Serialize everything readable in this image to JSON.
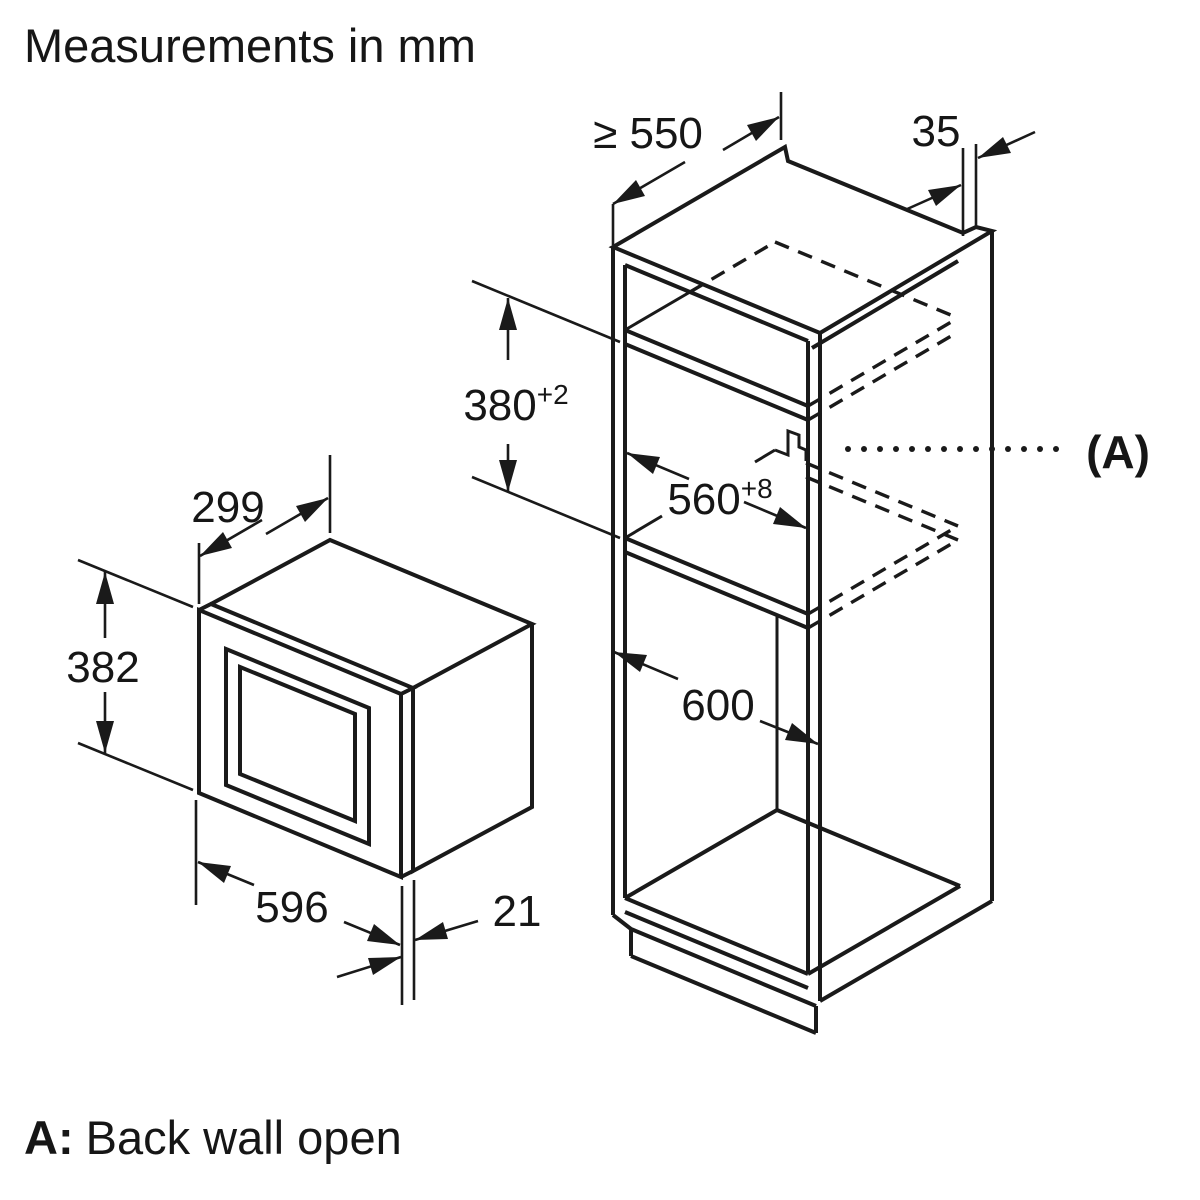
{
  "title": "Measurements in mm",
  "footer": {
    "key": "A:",
    "text": "Back wall open"
  },
  "callout": {
    "label": "(A)"
  },
  "units": "mm",
  "colors": {
    "line": "#1a1a1a",
    "background": "#ffffff",
    "text": "#161616"
  },
  "cabinet": {
    "depth_min": "≥ 550",
    "rear_gap": "35",
    "niche_height": "380",
    "niche_height_tolerance": "+2",
    "niche_width": "560",
    "niche_width_tolerance": "+8",
    "cabinet_width": "600"
  },
  "appliance": {
    "depth": "299",
    "height": "382",
    "width": "596",
    "door_thickness": "21"
  }
}
